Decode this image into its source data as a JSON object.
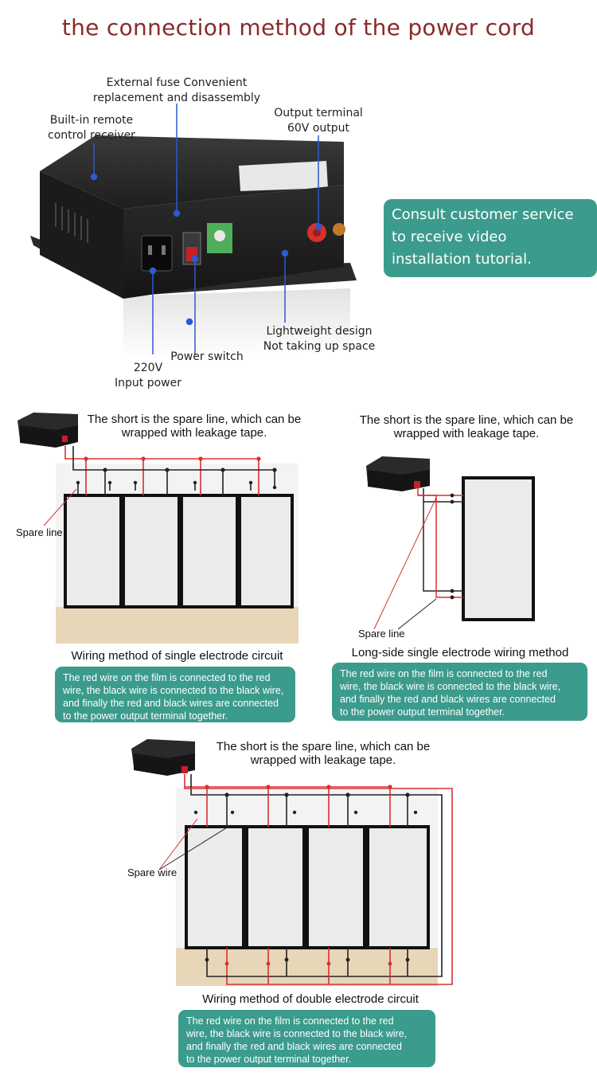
{
  "title": "the connection method of the power cord",
  "hero": {
    "label_fuse": "External fuse Convenient replacement and disassembly",
    "label_fuse_l1": "External fuse Convenient",
    "label_fuse_l2": "replacement and disassembly",
    "label_remote_l1": "Built-in remote",
    "label_remote_l2": "control receiver",
    "label_output_l1": "Output terminal",
    "label_output_l2": "60V output",
    "label_light_l1": "Lightweight design",
    "label_light_l2": "Not taking up space",
    "label_switch": "Power switch",
    "label_power_l1": "220V",
    "label_power_l2": "Input power",
    "consult": "Consult customer service to receive video installation tutorial."
  },
  "diagram1": {
    "note_l1": "The short is the spare line, which can be",
    "note_l2": "wrapped with leakage tape.",
    "spare": "Spare line",
    "caption": "Wiring method of single electrode circuit",
    "desc_l1": "The red wire on the film is connected to the red",
    "desc_l2": "wire, the black wire is connected to the black wire,",
    "desc_l3": "and finally the red and black wires are connected",
    "desc_l4": "to the power output terminal together."
  },
  "diagram2": {
    "note_l1": "The short is the spare line, which can be",
    "note_l2": "wrapped with leakage tape.",
    "spare": "Spare line",
    "caption": "Long-side single electrode wiring method",
    "desc_l1": "The red wire on the film is connected to the red",
    "desc_l2": "wire, the black wire is connected to the black wire,",
    "desc_l3": "and finally the red and black wires are connected",
    "desc_l4": "to the power output terminal together."
  },
  "diagram3": {
    "note_l1": "The short is the spare line, which can be",
    "note_l2": "wrapped with leakage tape.",
    "spare": "Spare wire",
    "caption": "Wiring method of double electrode circuit",
    "desc_l1": "The red wire on the film is connected to the red",
    "desc_l2": "wire, the black wire is connected to the black wire,",
    "desc_l3": "and finally the red and black wires are connected",
    "desc_l4": "to the power output terminal together."
  },
  "colors": {
    "title": "#8a2b2b",
    "box": "#3b9b8c",
    "wire_red": "#d83030",
    "wire_black": "#222222",
    "pointer": "#2a5bd0"
  }
}
